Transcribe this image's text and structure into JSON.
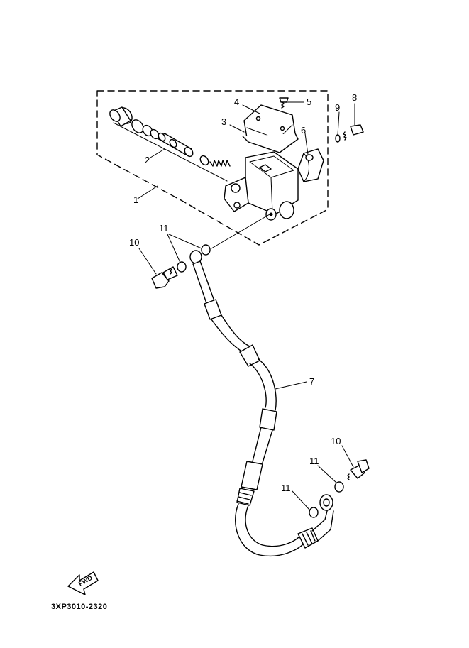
{
  "callouts": {
    "c1": "1",
    "c2": "2",
    "c3": "3",
    "c4": "4",
    "c5": "5",
    "c6": "6",
    "c7": "7",
    "c8": "8",
    "c9": "9",
    "c10a": "10",
    "c10b": "10",
    "c11a": "11",
    "c11b": "11",
    "c11c": "11"
  },
  "direction_label": "FWD",
  "part_code": "3XP3010-2320",
  "icons": {
    "direction": "fwd-arrow-icon"
  }
}
